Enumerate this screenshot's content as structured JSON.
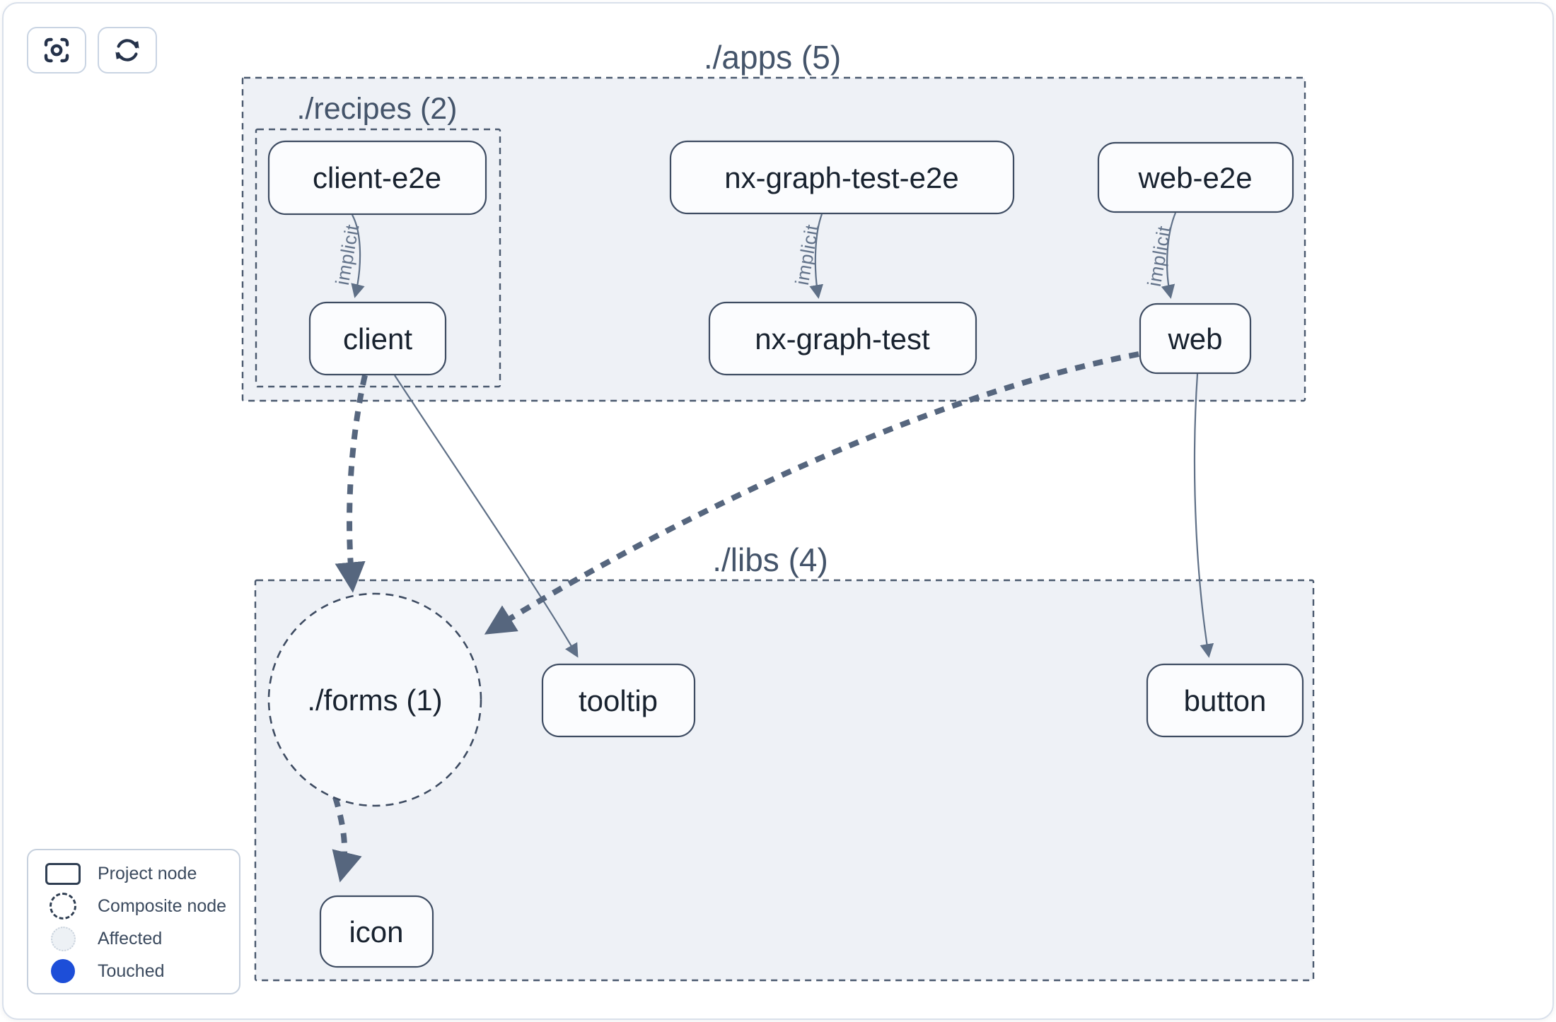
{
  "toolbar": {
    "buttons": [
      {
        "icon": "focus-icon",
        "action": "center-graph"
      },
      {
        "icon": "refresh-icon",
        "action": "refresh-graph"
      }
    ]
  },
  "graph": {
    "groups": [
      {
        "id": "apps",
        "label": "./apps (5)"
      },
      {
        "id": "recipes",
        "label": "./recipes (2)"
      },
      {
        "id": "libs",
        "label": "./libs (4)"
      }
    ],
    "composite_nodes": [
      {
        "id": "forms",
        "label": "./forms (1)"
      }
    ],
    "nodes": [
      {
        "id": "client-e2e",
        "label": "client-e2e"
      },
      {
        "id": "client",
        "label": "client"
      },
      {
        "id": "nx-graph-test-e2e",
        "label": "nx-graph-test-e2e"
      },
      {
        "id": "nx-graph-test",
        "label": "nx-graph-test"
      },
      {
        "id": "web-e2e",
        "label": "web-e2e"
      },
      {
        "id": "web",
        "label": "web"
      },
      {
        "id": "tooltip",
        "label": "tooltip"
      },
      {
        "id": "button",
        "label": "button"
      },
      {
        "id": "icon",
        "label": "icon"
      }
    ],
    "edges": [
      {
        "from": "client-e2e",
        "to": "client",
        "label": "implicit",
        "type": "implicit-thin"
      },
      {
        "from": "nx-graph-test-e2e",
        "to": "nx-graph-test",
        "label": "implicit",
        "type": "implicit-thin"
      },
      {
        "from": "web-e2e",
        "to": "web",
        "label": "implicit",
        "type": "implicit-thin"
      },
      {
        "from": "client",
        "to": "./forms (1)",
        "label": "",
        "type": "dashed-thick"
      },
      {
        "from": "client",
        "to": "tooltip",
        "label": "",
        "type": "solid-thin"
      },
      {
        "from": "web",
        "to": "./forms (1)",
        "label": "",
        "type": "dashed-thick"
      },
      {
        "from": "web",
        "to": "button",
        "label": "",
        "type": "solid-thin"
      },
      {
        "from": "./forms (1)",
        "to": "icon",
        "label": "",
        "type": "dashed-thick"
      }
    ]
  },
  "legend": {
    "items": [
      {
        "swatch": "project-node",
        "label": "Project node"
      },
      {
        "swatch": "composite-node",
        "label": "Composite node"
      },
      {
        "swatch": "affected",
        "label": "Affected"
      },
      {
        "swatch": "touched",
        "label": "Touched"
      }
    ]
  },
  "colors": {
    "touched_blue": "#1d4ed8",
    "affected_fill": "#edf1f5",
    "group_fill": "#eef1f6",
    "node_border": "#3e4c62",
    "edge_thin": "#5f7087",
    "edge_thick": "#56667e",
    "group_title": "#44546a",
    "node_text": "#18222f"
  }
}
